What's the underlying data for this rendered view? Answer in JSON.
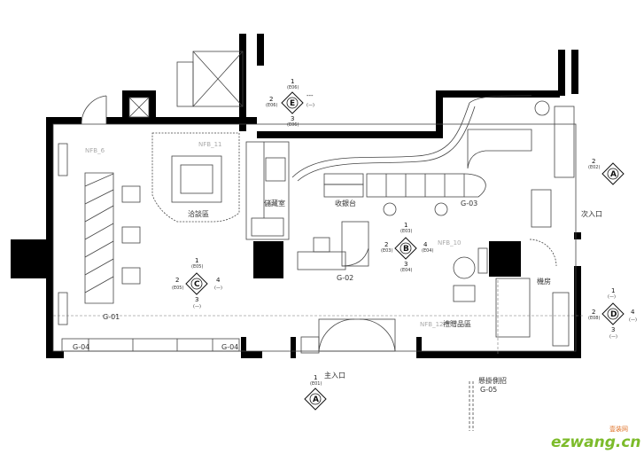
{
  "labels": {
    "negotiation": "洽談區",
    "storage": "儲藏室",
    "cashier": "收銀台",
    "g03": "G-03",
    "secondary_entrance": "次入口",
    "kitchen": "機房",
    "gift_area": "禮贈品區",
    "g02": "G-02",
    "g01": "G-01",
    "g04": "G-04",
    "main_entrance": "主入口",
    "sign": "懸掛側招",
    "g05": "G-05",
    "nfb6": "NFB_6",
    "nfb11": "NFB_11",
    "nfb12": "NFB_12",
    "nfb10": "NFB_10"
  },
  "markers": {
    "e": {
      "letter": "E",
      "n1": "1",
      "r1": "(E06)",
      "n2": "2",
      "r2": "(E06)",
      "n3": "3",
      "r3": "(E06)",
      "n4": "---",
      "r4": "(—)"
    },
    "b": {
      "letter": "B",
      "n1": "1",
      "r1": "(E03)",
      "n2": "2",
      "r2": "(E03)",
      "n3": "3",
      "r3": "(E04)",
      "n4": "4",
      "r4": "(E04)"
    },
    "c": {
      "letter": "C",
      "n1": "1",
      "r1": "(E05)",
      "n2": "2",
      "r2": "(E05)",
      "n3": "3",
      "r3": "(—)",
      "n4": "4",
      "r4": "(—)"
    },
    "a_bottom": {
      "letter": "A",
      "n1": "1",
      "r1": "(E01)"
    },
    "a_right": {
      "letter": "A",
      "n2": "2",
      "r2": "(E02)"
    },
    "d": {
      "letter": "D",
      "n1": "1",
      "r1": "(—)",
      "n2": "2",
      "r2": "(E08)",
      "n3": "3",
      "r3": "(—)",
      "n4": "4",
      "r4": "(—)"
    }
  },
  "watermark": {
    "text": "ezwang.cn",
    "tag": "壹装网"
  }
}
